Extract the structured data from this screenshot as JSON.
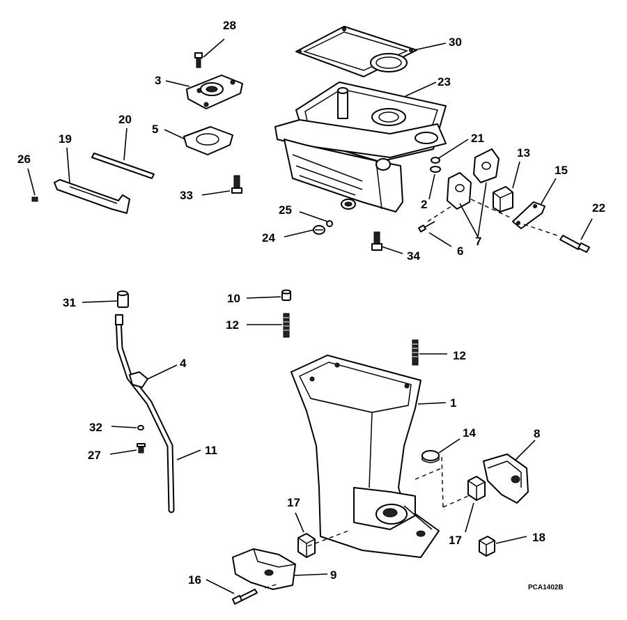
{
  "figure_code": "PCA1402B",
  "callouts": {
    "c1": "1",
    "c2": "2",
    "c3": "3",
    "c4": "4",
    "c5": "5",
    "c6": "6",
    "c7": "7",
    "c8": "8",
    "c9": "9",
    "c10": "10",
    "c11": "11",
    "c12a": "12",
    "c12b": "12",
    "c13": "13",
    "c14": "14",
    "c15": "15",
    "c16": "16",
    "c17a": "17",
    "c17b": "17",
    "c18": "18",
    "c19": "19",
    "c20": "20",
    "c21": "21",
    "c22": "22",
    "c23": "23",
    "c24": "24",
    "c25": "25",
    "c26": "26",
    "c27": "27",
    "c28": "28",
    "c30": "30",
    "c31": "31",
    "c32": "32",
    "c33": "33",
    "c34": "34"
  }
}
